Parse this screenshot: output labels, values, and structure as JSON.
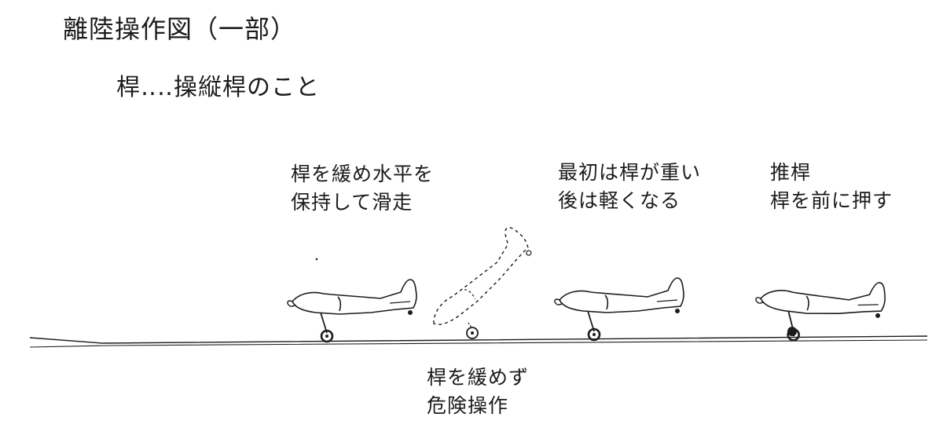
{
  "title": "離陸操作図（一部）",
  "subtitle": "桿‥‥操縦桿のこと",
  "captions": [
    {
      "lines": [
        "桿を緩め水平を",
        "保持して滑走"
      ]
    },
    {
      "lines": [
        "最初は桿が重い",
        "後は軽くなる"
      ]
    },
    {
      "lines": [
        "推桿",
        "桿を前に押す"
      ]
    },
    {
      "lines": [
        "桿を緩めず",
        "危険操作"
      ]
    }
  ],
  "colors": {
    "ink": "#1c1c1c",
    "paper": "#ffffff"
  }
}
